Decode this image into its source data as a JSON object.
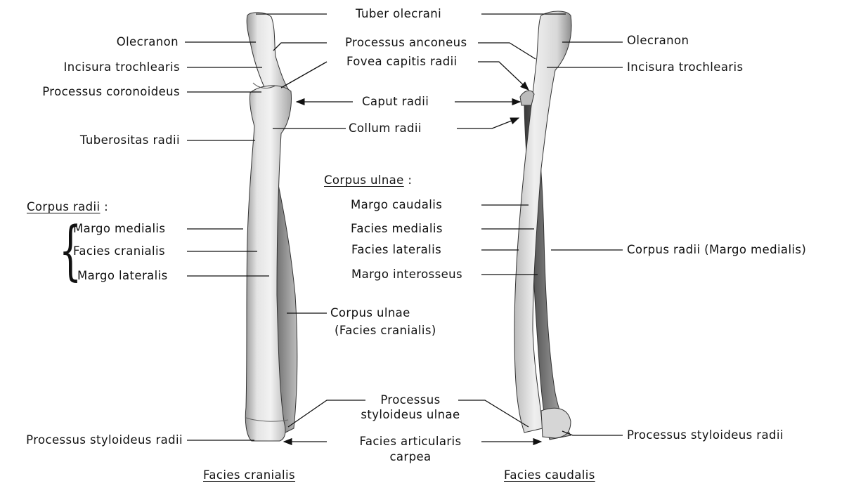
{
  "figure": {
    "left_view_title": "Facies cranialis",
    "right_view_title": "Facies caudalis"
  },
  "left_labels": {
    "olecranon": "Olecranon",
    "incisura_trochlearis": "Incisura trochlearis",
    "processus_coronoideus": "Processus coronoideus",
    "tuberositas_radii": "Tuberositas radii",
    "corpus_radii_heading": "Corpus radii",
    "corpus_radii_colon": ":",
    "margo_medialis": "Margo medialis",
    "facies_cranialis": "Facies cranialis",
    "margo_lateralis": "Margo lateralis",
    "processus_styloideus_radii": "Processus styloideus radii"
  },
  "center_labels": {
    "tuber_olecrani": "Tuber olecrani",
    "processus_anconeus": "Processus anconeus",
    "fovea_capitis_radii": "Fovea capitis radii",
    "caput_radii": "Caput radii",
    "collum_radii": "Collum radii",
    "corpus_ulnae_heading": "Corpus ulnae",
    "corpus_ulnae_colon": ":",
    "margo_caudalis": "Margo caudalis",
    "facies_medialis": "Facies medialis",
    "facies_lateralis": "Facies lateralis",
    "margo_interosseus": "Margo interosseus",
    "corpus_ulnae_facies_line1": "Corpus ulnae",
    "corpus_ulnae_facies_line2": "(Facies cranialis)",
    "processus_styloideus_ulnae_line1": "Processus",
    "processus_styloideus_ulnae_line2": "styloideus ulnae",
    "facies_articularis_line1": "Facies articularis",
    "facies_articularis_line2": "carpea"
  },
  "right_labels": {
    "olecranon": "Olecranon",
    "incisura_trochlearis": "Incisura trochlearis",
    "corpus_radii_margo_medialis": "Corpus radii (Margo medialis)",
    "processus_styloideus_radii": "Processus styloideus radii"
  }
}
